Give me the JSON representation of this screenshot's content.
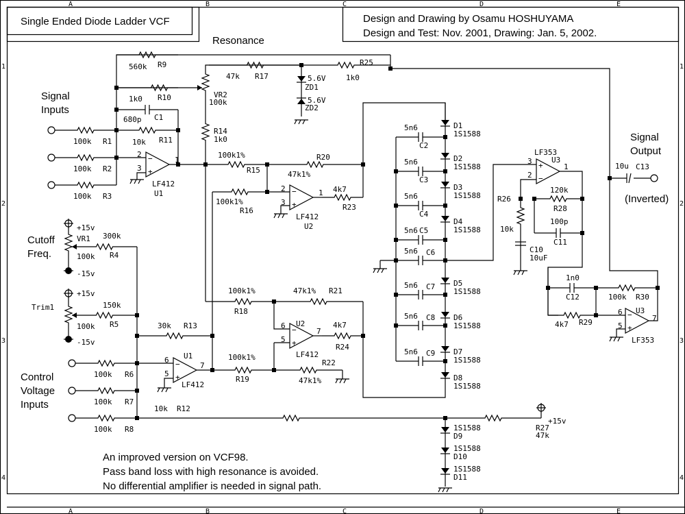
{
  "title_block": {
    "title": "Single Ended Diode Ladder VCF",
    "author_line": "Design and Drawing by Osamu HOSHUYAMA",
    "date_line": "Design and Test: Nov. 2001,  Drawing: Jan. 5, 2002."
  },
  "grid": {
    "columns": [
      "A",
      "B",
      "C",
      "D",
      "E"
    ],
    "rows": [
      "1",
      "2",
      "3",
      "4"
    ]
  },
  "section_labels": {
    "resonance": "Resonance",
    "signal_inputs": [
      "Signal",
      "Inputs"
    ],
    "signal_output": [
      "Signal",
      "Output"
    ],
    "inverted": "(Inverted)",
    "cutoff": [
      "Cutoff",
      "Freq."
    ],
    "trim": "Trim1",
    "cv_inputs": [
      "Control",
      "Voltage",
      "Inputs"
    ]
  },
  "notes": [
    "An improved version on VCF98.",
    "Pass band loss with high resonance is avoided.",
    "No differential amplifier is needed in signal path."
  ],
  "resistors": {
    "R1": "100k",
    "R2": "100k",
    "R3": "100k",
    "R4": "300k",
    "R5": "150k",
    "R6": "100k",
    "R7": "100k",
    "R8": "100k",
    "R9": "560k",
    "R10": "1k0",
    "R11": "10k",
    "R12": "10k",
    "R13": "30k",
    "R14": "1k0",
    "R15": "100k1%",
    "R16": "100k1%",
    "R17": "47k",
    "R18": "100k1%",
    "R19": "100k1%",
    "R20": "47k1%",
    "R21": "47k1%",
    "R22": "47k1%",
    "R23": "4k7",
    "R24": "4k7",
    "R25": "1k0",
    "R26": "10k",
    "R27": "47k",
    "R28": "120k",
    "R29": "4k7",
    "R30": "100k"
  },
  "capacitors": {
    "C1": "680p",
    "C2": "5n6",
    "C3": "5n6",
    "C4": "5n6",
    "C5": "5n6",
    "C6": "5n6",
    "C7": "5n6",
    "C8": "5n6",
    "C9": "5n6",
    "C10": "10uF",
    "C11": "100p",
    "C12": "1n0",
    "C13": "10u"
  },
  "pots": {
    "VR1": "100k",
    "VR2": "100k",
    "Trim1": "100k"
  },
  "zeners": {
    "ZD1": "5.6V",
    "ZD2": "5.6V"
  },
  "diode_part": "1S1588",
  "diodes": [
    "D1",
    "D2",
    "D3",
    "D4",
    "D5",
    "D6",
    "D7",
    "D8",
    "D9",
    "D10",
    "D11"
  ],
  "opamps": {
    "LF412": "LF412",
    "LF353": "LF353",
    "U1": "U1",
    "U2": "U2",
    "U3": "U3"
  },
  "rails": {
    "pos": "+15v",
    "neg": "-15v"
  },
  "pins": {
    "p1": "1",
    "p2": "2",
    "p3": "3",
    "p5": "5",
    "p6": "6",
    "p7": "7"
  }
}
